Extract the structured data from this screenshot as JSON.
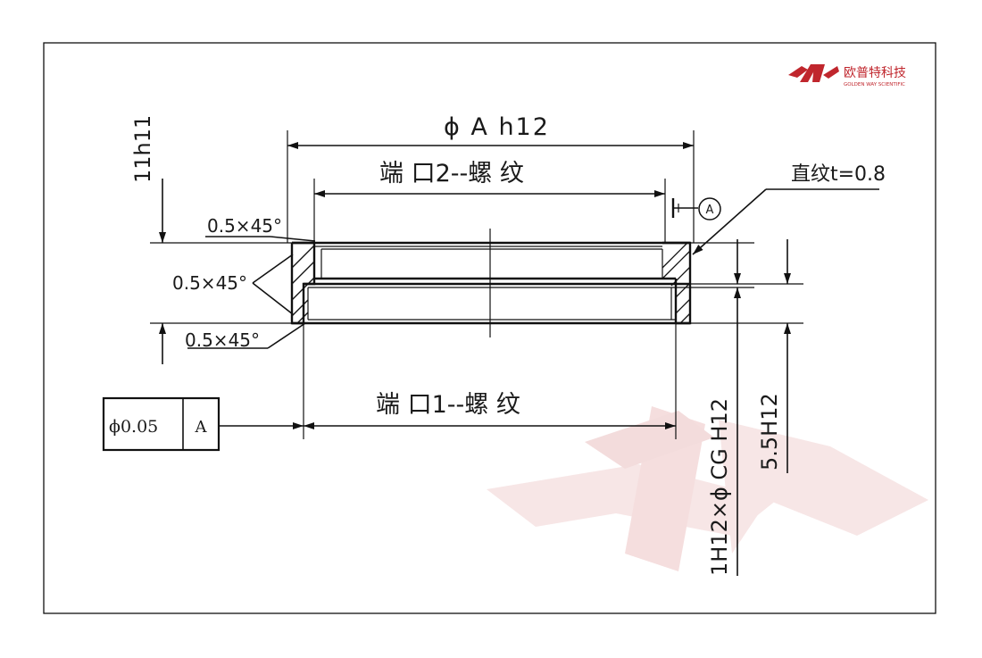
{
  "logo": {
    "name_cn": "欧普特科技",
    "name_en": "GOLDEN WAY SCIENTIFIC",
    "color": "#c0262d",
    "watermark_color": "#f3dcdc"
  },
  "dimensions": {
    "outer_diameter": "ϕ A h12",
    "port2_thread": "端 口2--螺 纹",
    "port1_thread": "端 口1--螺 纹",
    "straight_knurl": "直纹t=0.8",
    "datum_letter": "A",
    "total_height": "11h11",
    "chamfer_top": "0.5×45°",
    "chamfer_middle": "0.5×45°",
    "chamfer_bottom": "0.5×45°",
    "vertical_dim_1": "1H12×ϕ CG H12",
    "vertical_dim_2": "5.5H12"
  },
  "tolerance_frame": {
    "symbol": "ϕ",
    "value": "ϕ0.05",
    "datum": "A"
  }
}
